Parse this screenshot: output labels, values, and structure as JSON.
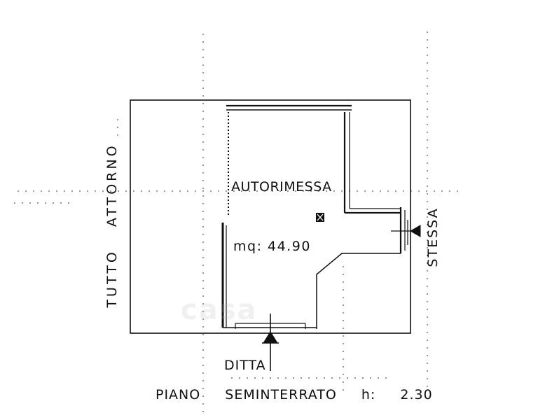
{
  "plan": {
    "room_name": "AUTORIMESSA",
    "room_area": "mq: 44.90",
    "side_label_left": "TUTTO  ATTORNO",
    "side_label_right": "STESSA",
    "bottom_label": "DITTA",
    "title": "PIANO  SEMINTERRATO  h: 2.30",
    "watermark": "casa"
  },
  "colors": {
    "ink": "#111111",
    "paper": "#ffffff"
  }
}
